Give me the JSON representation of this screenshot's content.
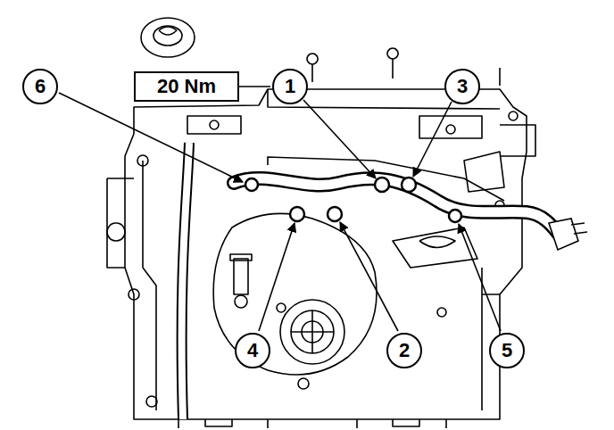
{
  "diagram": {
    "labels": [
      "20 Nm",
      "1",
      "3",
      "6",
      "4",
      "2",
      "5"
    ]
  }
}
